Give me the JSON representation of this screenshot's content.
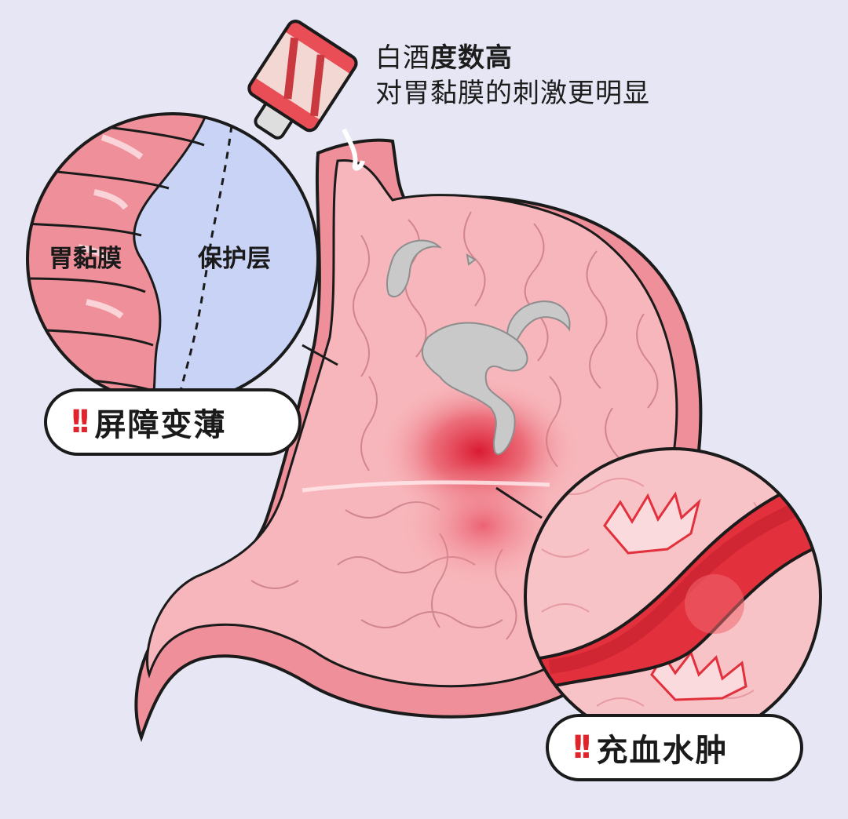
{
  "caption": {
    "line1_normal": "白酒",
    "line1_bold": "度数高",
    "line2": "对胃黏膜的刺激更明显"
  },
  "left_callout": {
    "mucosa_label": "胃黏膜",
    "protective_label": "保护层",
    "alert_mark": "!!",
    "badge_text": "屏障变薄"
  },
  "right_callout": {
    "alert_mark": "!!",
    "badge_text": "充血水肿"
  },
  "colors": {
    "background": "#e6e6f5",
    "stomach_outer": "#ee8f99",
    "stomach_inner": "#f7b6bb",
    "protective_layer": "#c9d3f5",
    "alert_red": "#e0242b",
    "vessel": "#e2303c",
    "outline": "#1b1b1b"
  },
  "icons": [
    "liquor-bottle-icon",
    "double-exclamation-icon"
  ]
}
